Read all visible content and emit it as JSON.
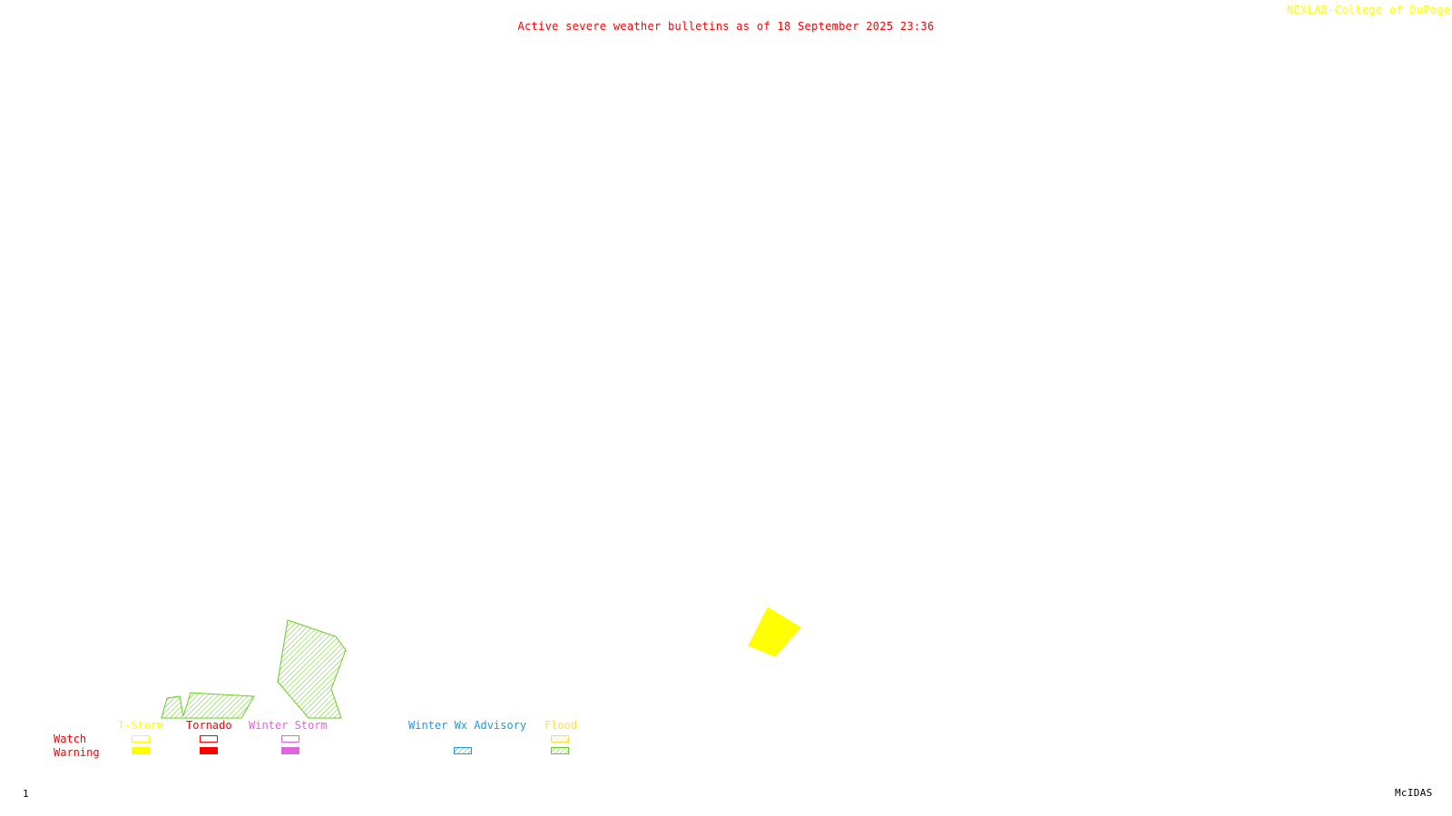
{
  "header": {
    "title": "Active severe weather bulletins as of 18 September 2025 23:36",
    "credit": "NEXLAB-College of DuPage R"
  },
  "footer": {
    "frame_number": "1",
    "software": "McIDAS"
  },
  "legend": {
    "row_labels": {
      "watch": "Watch",
      "warning": "Warning"
    },
    "categories": [
      {
        "key": "tstorm",
        "label": "T-Storm",
        "color": "#ffff00",
        "watch": "outline",
        "warning": "filled"
      },
      {
        "key": "tornado",
        "label": "Tornado",
        "color": "#ff0000",
        "watch": "outline",
        "warning": "filled"
      },
      {
        "key": "winter_storm",
        "label": "Winter Storm",
        "color": "#dd66dd",
        "watch": "outline",
        "warning": "filled"
      },
      {
        "key": "winter_wx_advisory",
        "label": "Winter Wx Advisory",
        "color": "#2299dd",
        "watch": "none",
        "warning": "hatched"
      },
      {
        "key": "flood",
        "label": "Flood",
        "color_watch": "#ffdd44",
        "color": "#66cc22",
        "watch": "hatched",
        "warning": "hatched"
      }
    ]
  },
  "map_alerts": [
    {
      "type": "Flood",
      "status": "Warning",
      "color": "#66cc22",
      "style": "hatched"
    },
    {
      "type": "Flood",
      "status": "Warning",
      "color": "#66cc22",
      "style": "hatched"
    },
    {
      "type": "Flood",
      "status": "Warning",
      "color": "#66cc22",
      "style": "hatched"
    },
    {
      "type": "T-Storm",
      "status": "Warning",
      "color": "#ffff00",
      "style": "filled"
    }
  ],
  "colors": {
    "title": "#ff0000",
    "credit": "#ffff00",
    "background": "#ffffff"
  }
}
